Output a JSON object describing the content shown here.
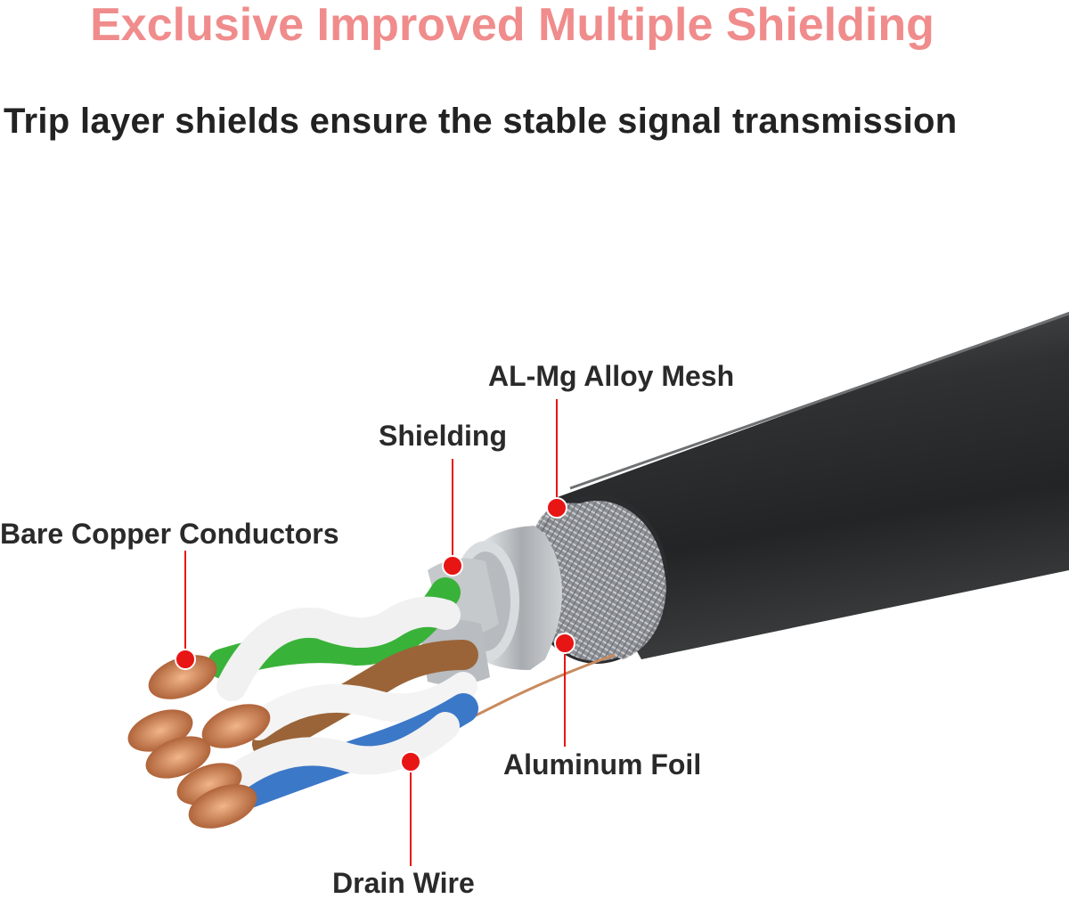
{
  "header": {
    "title": "Exclusive Improved Multiple Shielding",
    "subtitle": "Trip layer shields ensure the stable signal transmission"
  },
  "callouts": {
    "mesh": "AL-Mg Alloy Mesh",
    "shielding": "Shielding",
    "copper": "Bare Copper Conductors",
    "foil": "Aluminum Foil",
    "drain": "Drain Wire"
  },
  "colors": {
    "title": "#f08c8c",
    "marker": "#e81515",
    "jacket": "#303233",
    "copper": "#c97c50",
    "green": "#3fbf3f",
    "brown": "#9a6438",
    "blue": "#3c78c8"
  }
}
